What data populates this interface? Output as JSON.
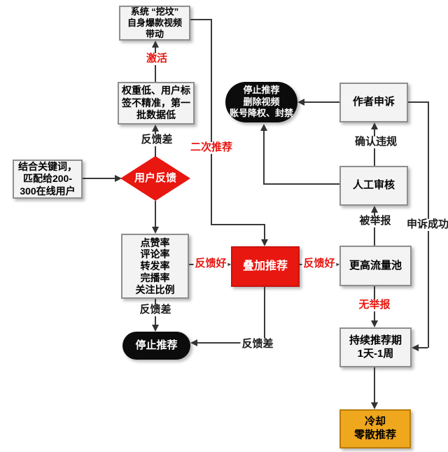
{
  "diagram": "short-video-recommendation-flowchart",
  "colors": {
    "red": "#e81710",
    "black_node": "#0c0c0c",
    "orange_fill": "#efa71e",
    "orange_border": "#b97d05",
    "gray_fill": "#f3f3f3",
    "gray_border": "#8f8f8f",
    "line": "#3a3a3a",
    "background": "#ffffff"
  },
  "nodes": {
    "system_dig": {
      "lines": [
        "系统 “挖坟”",
        "自身爆款视频",
        "带动"
      ]
    },
    "low_weight": {
      "lines": [
        "权重低、用户标",
        "签不精准，第一",
        "批数据低"
      ]
    },
    "match_users": {
      "lines": [
        "结合关键词，",
        "匹配给200-",
        "300在线用户"
      ]
    },
    "user_feedback": {
      "label": "用户反馈"
    },
    "metrics": {
      "lines": [
        "点赞率",
        "评论率",
        "转发率",
        "完播率",
        "关注比例"
      ]
    },
    "stack_recommend": {
      "label": "叠加推荐"
    },
    "higher_pool": {
      "label": "更高流量池"
    },
    "stop_punish": {
      "lines": [
        "停止推荐",
        "删除视频",
        "账号降权、封禁"
      ]
    },
    "author_appeal": {
      "label": "作者申诉"
    },
    "manual_review": {
      "label": "人工审核"
    },
    "sustain_period": {
      "lines": [
        "持续推荐期",
        "1天-1周"
      ]
    },
    "stop_small": {
      "label": "停止推荐"
    },
    "cooldown": {
      "lines": [
        "冷却",
        "零散推荐"
      ]
    }
  },
  "edge_labels": {
    "activate": "激活",
    "second_recommend": "二次推荐",
    "feedback_bad": "反馈差",
    "feedback_good": "反馈好",
    "no_report": "无举报",
    "confirm_violation": "确认违规",
    "reported": "被举报",
    "appeal_success": "申诉成功"
  }
}
